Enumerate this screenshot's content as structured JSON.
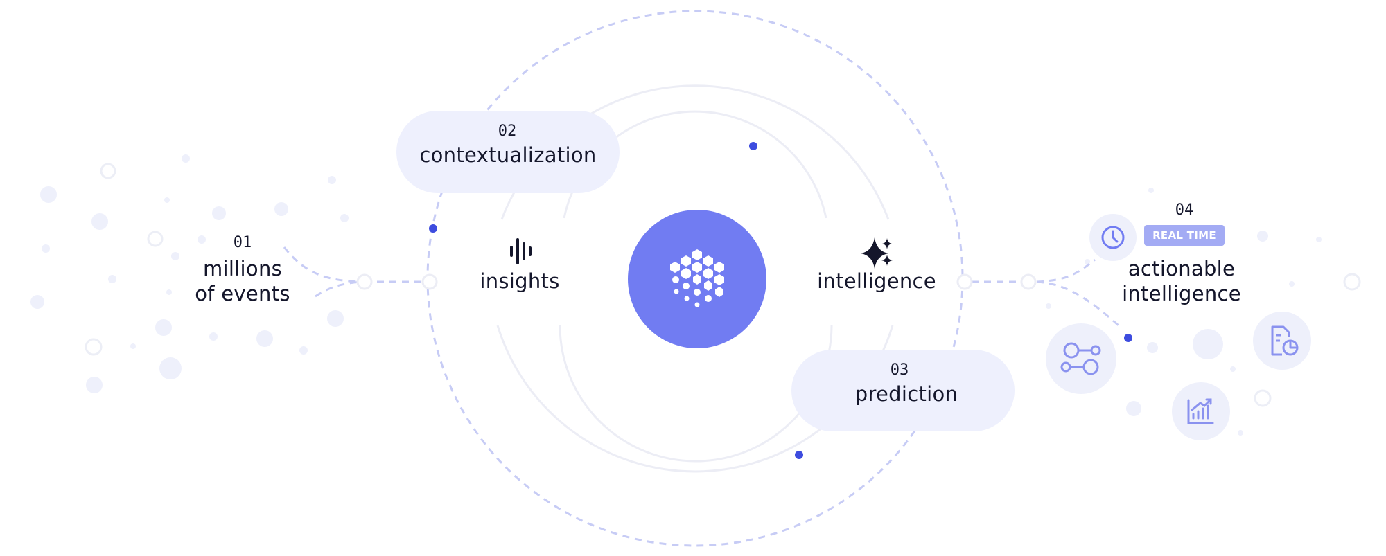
{
  "steps": {
    "s01": {
      "number": "01",
      "line1": "millions",
      "line2": "of events"
    },
    "s02": {
      "number": "02",
      "label": "contextualization"
    },
    "s03": {
      "number": "03",
      "label": "prediction"
    },
    "s04": {
      "number": "04",
      "badge": "REAL TIME",
      "line1": "actionable",
      "line2": "intelligence"
    }
  },
  "center": {
    "insights": "insights",
    "intelligence": "intelligence"
  },
  "colors": {
    "accent": "#717cf2",
    "accent_dark": "#3d4cdf",
    "dashed": "#c7ccf5",
    "ring": "#ecedf5",
    "pill": "#eef0fd",
    "badge": "#a3abf4",
    "text": "#14162b"
  },
  "icons": [
    "waveform-icon",
    "sparkles-icon",
    "hexagon-cluster-logo",
    "clock-icon",
    "people-network-icon",
    "document-chart-icon",
    "trending-chart-icon"
  ]
}
